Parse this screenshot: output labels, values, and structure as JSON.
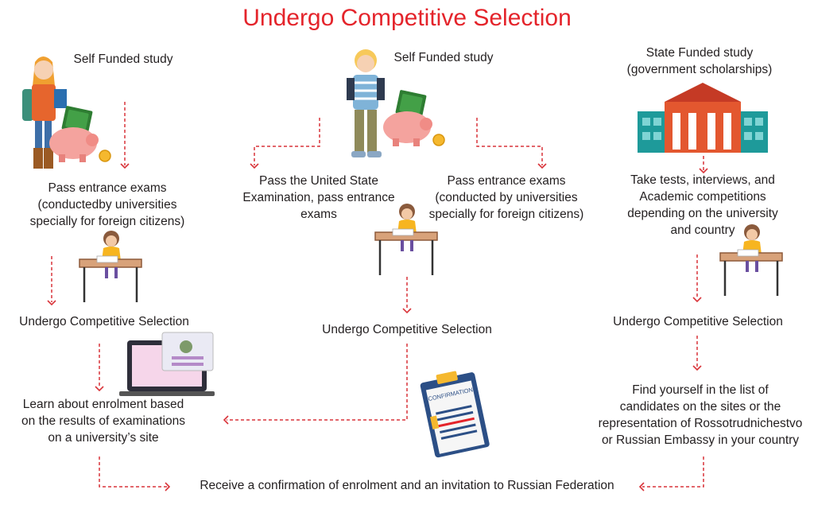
{
  "title": "Undergo Competitive Selection",
  "colors": {
    "accent": "#e4242b",
    "text": "#231f20",
    "arrow": "#d9343a"
  },
  "left": {
    "heading": "Self Funded study",
    "exam": [
      "Pass entrance exams",
      "(conductedby universities",
      "specially for foreign citizens)"
    ],
    "selection": "Undergo Competitive Selection",
    "learn": [
      "Learn about enrolment based",
      "on the results of examinations",
      "on a university’s site"
    ]
  },
  "middle": {
    "heading": "Self Funded study",
    "exam_a": [
      "Pass the United State",
      "Examination, pass entrance",
      "exams"
    ],
    "exam_b": [
      "Pass entrance exams",
      "(conducted by universities",
      "specially for foreign citizens)"
    ],
    "selection": "Undergo Competitive Selection"
  },
  "right": {
    "heading": [
      "State Funded study",
      "(government scholarships)"
    ],
    "tests": [
      "Take tests, interviews, and",
      "Academic competitions",
      "depending on the university",
      "and country"
    ],
    "selection": "Undergo Competitive Selection",
    "find": [
      "Find yourself in the list of",
      "candidates on the sites or the",
      "representation of  Rossotrudnichestvo",
      "or Russian Embassy in your country"
    ]
  },
  "bottom": "Receive a confirmation of enrolment and an invitation to Russian Federation",
  "clipboard_label": "CONFIRMATION",
  "icons": [
    "girl-student-icon",
    "boy-student-icon",
    "piggy-bank-icon",
    "government-building-icon",
    "student-at-desk-icon",
    "laptop-profile-icon",
    "confirmation-clipboard-icon"
  ]
}
